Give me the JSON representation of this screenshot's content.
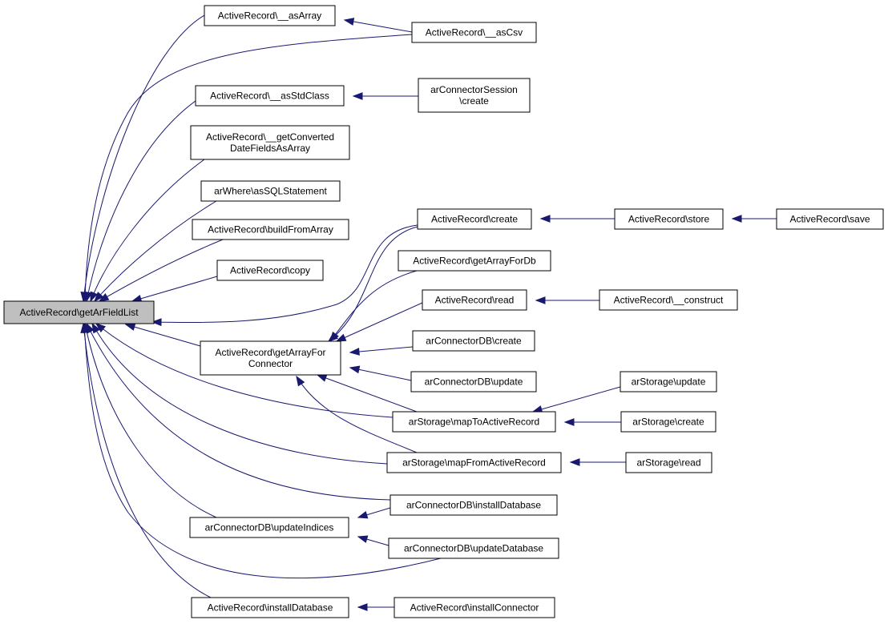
{
  "graph": {
    "root": "ActiveRecord\\getArFieldList",
    "nodes": [
      {
        "id": "root",
        "lines": [
          "ActiveRecord\\getArFieldList"
        ],
        "root": true
      },
      {
        "id": "asArray",
        "lines": [
          "ActiveRecord\\__asArray"
        ]
      },
      {
        "id": "asCsv",
        "lines": [
          "ActiveRecord\\__asCsv"
        ]
      },
      {
        "id": "asStdClass",
        "lines": [
          "ActiveRecord\\__asStdClass"
        ]
      },
      {
        "id": "sessCreate",
        "lines": [
          "arConnectorSession",
          "\\create"
        ]
      },
      {
        "id": "getConverted",
        "lines": [
          "ActiveRecord\\__getConverted",
          "DateFieldsAsArray"
        ]
      },
      {
        "id": "asSQL",
        "lines": [
          "arWhere\\asSQLStatement"
        ]
      },
      {
        "id": "buildFromArray",
        "lines": [
          "ActiveRecord\\buildFromArray"
        ]
      },
      {
        "id": "copy",
        "lines": [
          "ActiveRecord\\copy"
        ]
      },
      {
        "id": "arCreate",
        "lines": [
          "ActiveRecord\\create"
        ]
      },
      {
        "id": "store",
        "lines": [
          "ActiveRecord\\store"
        ]
      },
      {
        "id": "save",
        "lines": [
          "ActiveRecord\\save"
        ]
      },
      {
        "id": "getArrayForDb",
        "lines": [
          "ActiveRecord\\getArrayForDb"
        ]
      },
      {
        "id": "arRead",
        "lines": [
          "ActiveRecord\\read"
        ]
      },
      {
        "id": "construct",
        "lines": [
          "ActiveRecord\\__construct"
        ]
      },
      {
        "id": "getArrayForConnector",
        "lines": [
          "ActiveRecord\\getArrayFor",
          "Connector"
        ]
      },
      {
        "id": "dbCreate",
        "lines": [
          "arConnectorDB\\create"
        ]
      },
      {
        "id": "dbUpdate",
        "lines": [
          "arConnectorDB\\update"
        ]
      },
      {
        "id": "stUpdate",
        "lines": [
          "arStorage\\update"
        ]
      },
      {
        "id": "mapTo",
        "lines": [
          "arStorage\\mapToActiveRecord"
        ]
      },
      {
        "id": "stCreate",
        "lines": [
          "arStorage\\create"
        ]
      },
      {
        "id": "mapFrom",
        "lines": [
          "arStorage\\mapFromActiveRecord"
        ]
      },
      {
        "id": "stRead",
        "lines": [
          "arStorage\\read"
        ]
      },
      {
        "id": "updIdx",
        "lines": [
          "arConnectorDB\\updateIndices"
        ]
      },
      {
        "id": "installDb",
        "lines": [
          "arConnectorDB\\installDatabase"
        ]
      },
      {
        "id": "updDb",
        "lines": [
          "arConnectorDB\\updateDatabase"
        ]
      },
      {
        "id": "arInstallDb",
        "lines": [
          "ActiveRecord\\installDatabase"
        ]
      },
      {
        "id": "installConn",
        "lines": [
          "ActiveRecord\\installConnector"
        ]
      }
    ],
    "edges": [
      [
        "asArray",
        "root"
      ],
      [
        "asCsv",
        "asArray"
      ],
      [
        "asCsv",
        "root"
      ],
      [
        "asStdClass",
        "root"
      ],
      [
        "sessCreate",
        "asStdClass"
      ],
      [
        "getConverted",
        "root"
      ],
      [
        "asSQL",
        "root"
      ],
      [
        "buildFromArray",
        "root"
      ],
      [
        "copy",
        "root"
      ],
      [
        "arCreate",
        "root"
      ],
      [
        "arCreate",
        "getArrayForConnector"
      ],
      [
        "store",
        "arCreate"
      ],
      [
        "save",
        "store"
      ],
      [
        "getArrayForDb",
        "getArrayForConnector"
      ],
      [
        "arRead",
        "getArrayForConnector"
      ],
      [
        "construct",
        "arRead"
      ],
      [
        "getArrayForConnector",
        "root"
      ],
      [
        "dbCreate",
        "getArrayForConnector"
      ],
      [
        "dbUpdate",
        "getArrayForConnector"
      ],
      [
        "mapTo",
        "getArrayForConnector"
      ],
      [
        "mapTo",
        "root"
      ],
      [
        "stUpdate",
        "mapTo"
      ],
      [
        "stCreate",
        "mapTo"
      ],
      [
        "mapFrom",
        "getArrayForConnector"
      ],
      [
        "mapFrom",
        "root"
      ],
      [
        "stRead",
        "mapFrom"
      ],
      [
        "installDb",
        "root"
      ],
      [
        "installDb",
        "updIdx"
      ],
      [
        "updIdx",
        "root"
      ],
      [
        "updDb",
        "updIdx"
      ],
      [
        "updDb",
        "root"
      ],
      [
        "arInstallDb",
        "root"
      ],
      [
        "installConn",
        "arInstallDb"
      ]
    ]
  }
}
